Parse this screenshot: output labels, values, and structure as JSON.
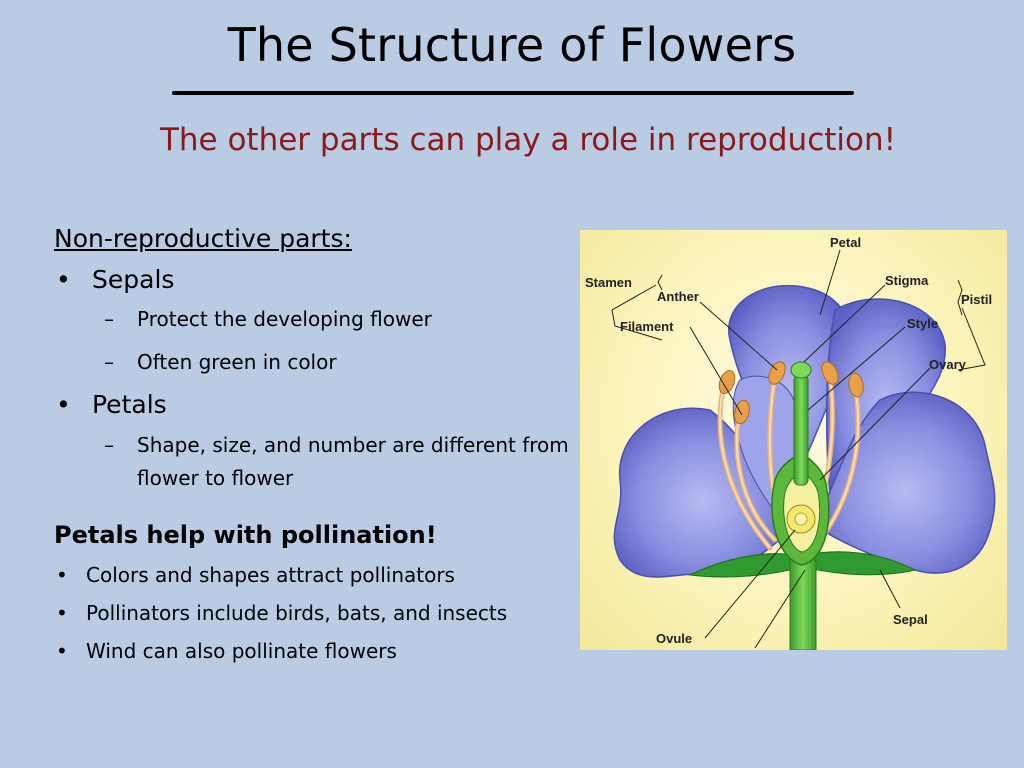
{
  "slide": {
    "title": "The Structure of Flowers",
    "subtitle": "The other parts can play a role in reproduction!"
  },
  "content": {
    "heading": "Non-reproductive parts:",
    "items": [
      {
        "label": "Sepals",
        "subitems": [
          "Protect the developing flower",
          "Often green in color"
        ]
      },
      {
        "label": "Petals",
        "subitems": [
          "Shape, size, and number are different from flower to flower"
        ]
      }
    ],
    "pollination_heading": "Petals help with pollination!",
    "pollination_items": [
      "Colors and shapes attract pollinators",
      "Pollinators include birds, bats, and insects",
      "Wind can also pollinate flowers"
    ]
  },
  "diagram": {
    "labels": {
      "petal": "Petal",
      "stamen": "Stamen",
      "anther": "Anther",
      "filament": "Filament",
      "stigma": "Stigma",
      "pistil": "Pistil",
      "style": "Style",
      "ovary": "Ovary",
      "sepal": "Sepal",
      "ovule": "Ovule"
    },
    "colors": {
      "petal": "#8a8fe0",
      "sepal": "#2f9a2f",
      "anther": "#e8a04a",
      "filament": "#f2c48e",
      "pistil": "#5cb83a"
    }
  }
}
